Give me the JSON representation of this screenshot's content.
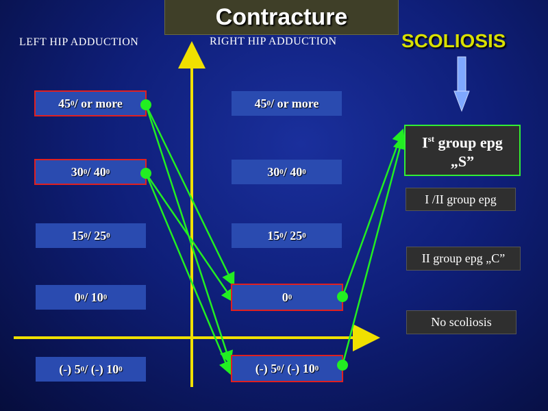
{
  "title": "Contracture",
  "headers": {
    "left": "LEFT HIP ADDUCTION",
    "right": "RIGHT HIP ADDUCTION",
    "scoliosis": "SCOLIOSIS"
  },
  "left_boxes": [
    {
      "main": "45",
      "sup": "0",
      "rest": " / or more"
    },
    {
      "main": "30",
      "sup": "0",
      "rest": " / 40",
      "sup2": "0"
    },
    {
      "main": "15",
      "sup": "0",
      "rest": " / 25",
      "sup2": "0"
    },
    {
      "main": "0",
      "sup": "0",
      "rest": " / 10",
      "sup2": "0"
    },
    {
      "main": "(-) 5",
      "sup": "0",
      "rest": " / (-) 10",
      "sup2": "0"
    }
  ],
  "right_boxes": [
    {
      "main": "45",
      "sup": "0",
      "rest": " / or more"
    },
    {
      "main": "30",
      "sup": "0",
      "rest": " / 40",
      "sup2": "0"
    },
    {
      "main": "15",
      "sup": "0",
      "rest": " / 25",
      "sup2": "0"
    },
    {
      "main": "0",
      "sup": "0",
      "rest": ""
    },
    {
      "main": "(-) 5",
      "sup": "0",
      "rest": " / (-) 10",
      "sup2": "0"
    }
  ],
  "groups": {
    "s_line1_main": "I",
    "s_line1_sup": "st",
    "s_line1_rest": " group epg",
    "s_line2": "„S”",
    "g1_2": "I /II group epg",
    "g2_c": "II group epg „C”",
    "none": "No scoliosis"
  },
  "colors": {
    "axis": "#f0e000",
    "connector": "#22ee22",
    "box_fill": "#2a4bb0",
    "highlight_border": "#e02020",
    "scoliosis_arrow": "#7fa8ff"
  }
}
